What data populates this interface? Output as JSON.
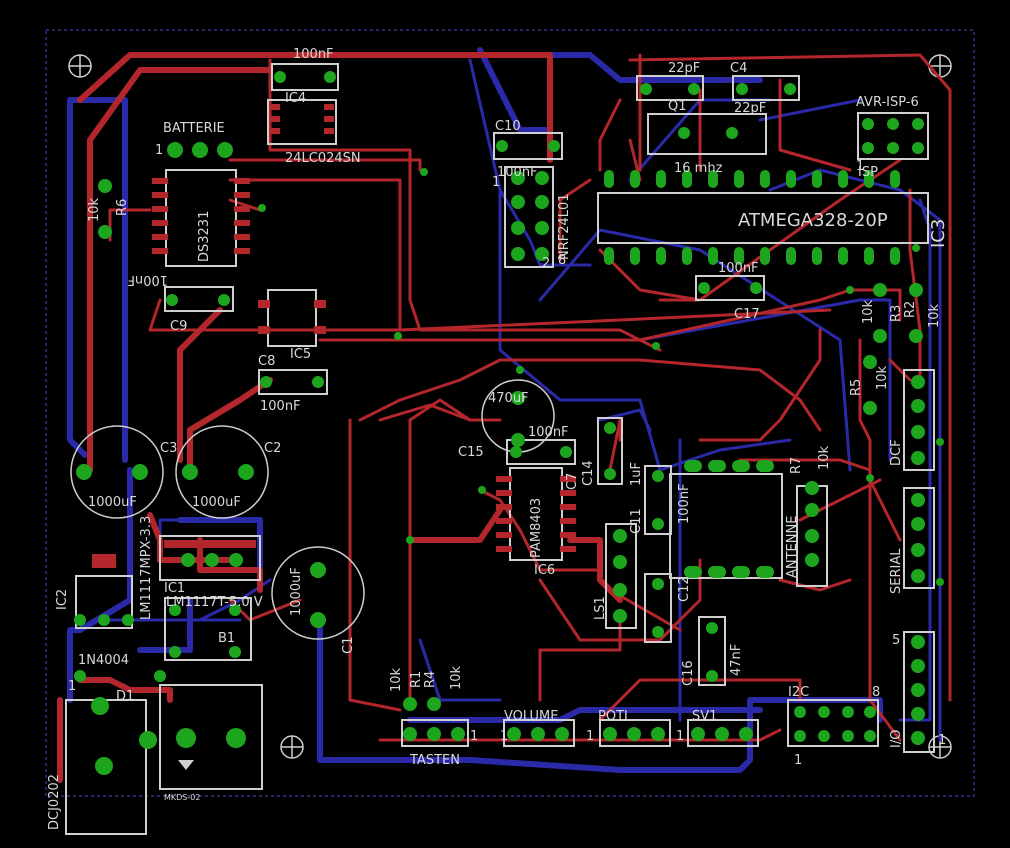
{
  "board": {
    "labels": {
      "cap_c4_top": "100nF",
      "ic4": "IC4",
      "ic4_part": "24LC024SN",
      "batterie": "BATTERIE",
      "ds3231": "DS3231",
      "r6_val": "10k",
      "r6": "R6",
      "cap_100nf_mirror": "100nF",
      "c9": "C9",
      "c8": "C8",
      "c8_val": "100nF",
      "ic5": "IC5",
      "c10": "C10",
      "c10_val": "100nF",
      "nrf": "NRF24L01",
      "c_22pf_a": "22pF",
      "c4_b": "C4",
      "c_22pf_b": "22pF",
      "q1": "Q1",
      "crystal": "16 mhz",
      "avr_isp": "AVR-ISP-6",
      "isp": "ISP",
      "mcu": "ATMEGA328-20P",
      "ic3": "IC3",
      "c17_val": "100nF",
      "c17": "C17",
      "r3_val": "10k",
      "r3": "R3",
      "r2_val": "10k",
      "r2": "R2",
      "r5_val": "10k",
      "r5": "R5",
      "dcf": "DCF",
      "serial": "SERIAL",
      "c3": "C3",
      "c3_val": "1000uF",
      "c2": "C2",
      "c2_val": "1000uF",
      "lm1117mpx": "LM1117MPX-3.3",
      "ic1": "IC1",
      "lm1117t": "LM1117T-5.0 V",
      "b1": "B1",
      "ic2": "IC2",
      "diode": "1N4004",
      "d1": "D1",
      "dcj": "DCJ0202",
      "mkds": "MKDS-02",
      "c1": "C1",
      "c1_val": "1000uF",
      "c15": "C15",
      "c15_val": "470uF",
      "c_100nf_pam": "100nF",
      "pam": "PAM8403",
      "ic6": "IC6",
      "c14": "C14",
      "c7": "C7",
      "c_1uf": "1uF",
      "c_100nf_v": "100nF",
      "c11": "C11",
      "c12": "C12",
      "ls1": "LS1",
      "c16": "C16",
      "c16_val": "47nF",
      "r7": "R7",
      "r7_val": "10k",
      "antenne": "ANTENNE",
      "r1_val": "10k",
      "r1": "R1",
      "r4": "R4",
      "r4_val": "10k",
      "volume": "VOLUME",
      "poti": "POTI",
      "sv1": "SV1",
      "tasten": "TASTEN",
      "i2c": "I2C",
      "io": "I/O",
      "n1": "1",
      "n2": "2",
      "n5": "5",
      "n8": "8"
    }
  }
}
